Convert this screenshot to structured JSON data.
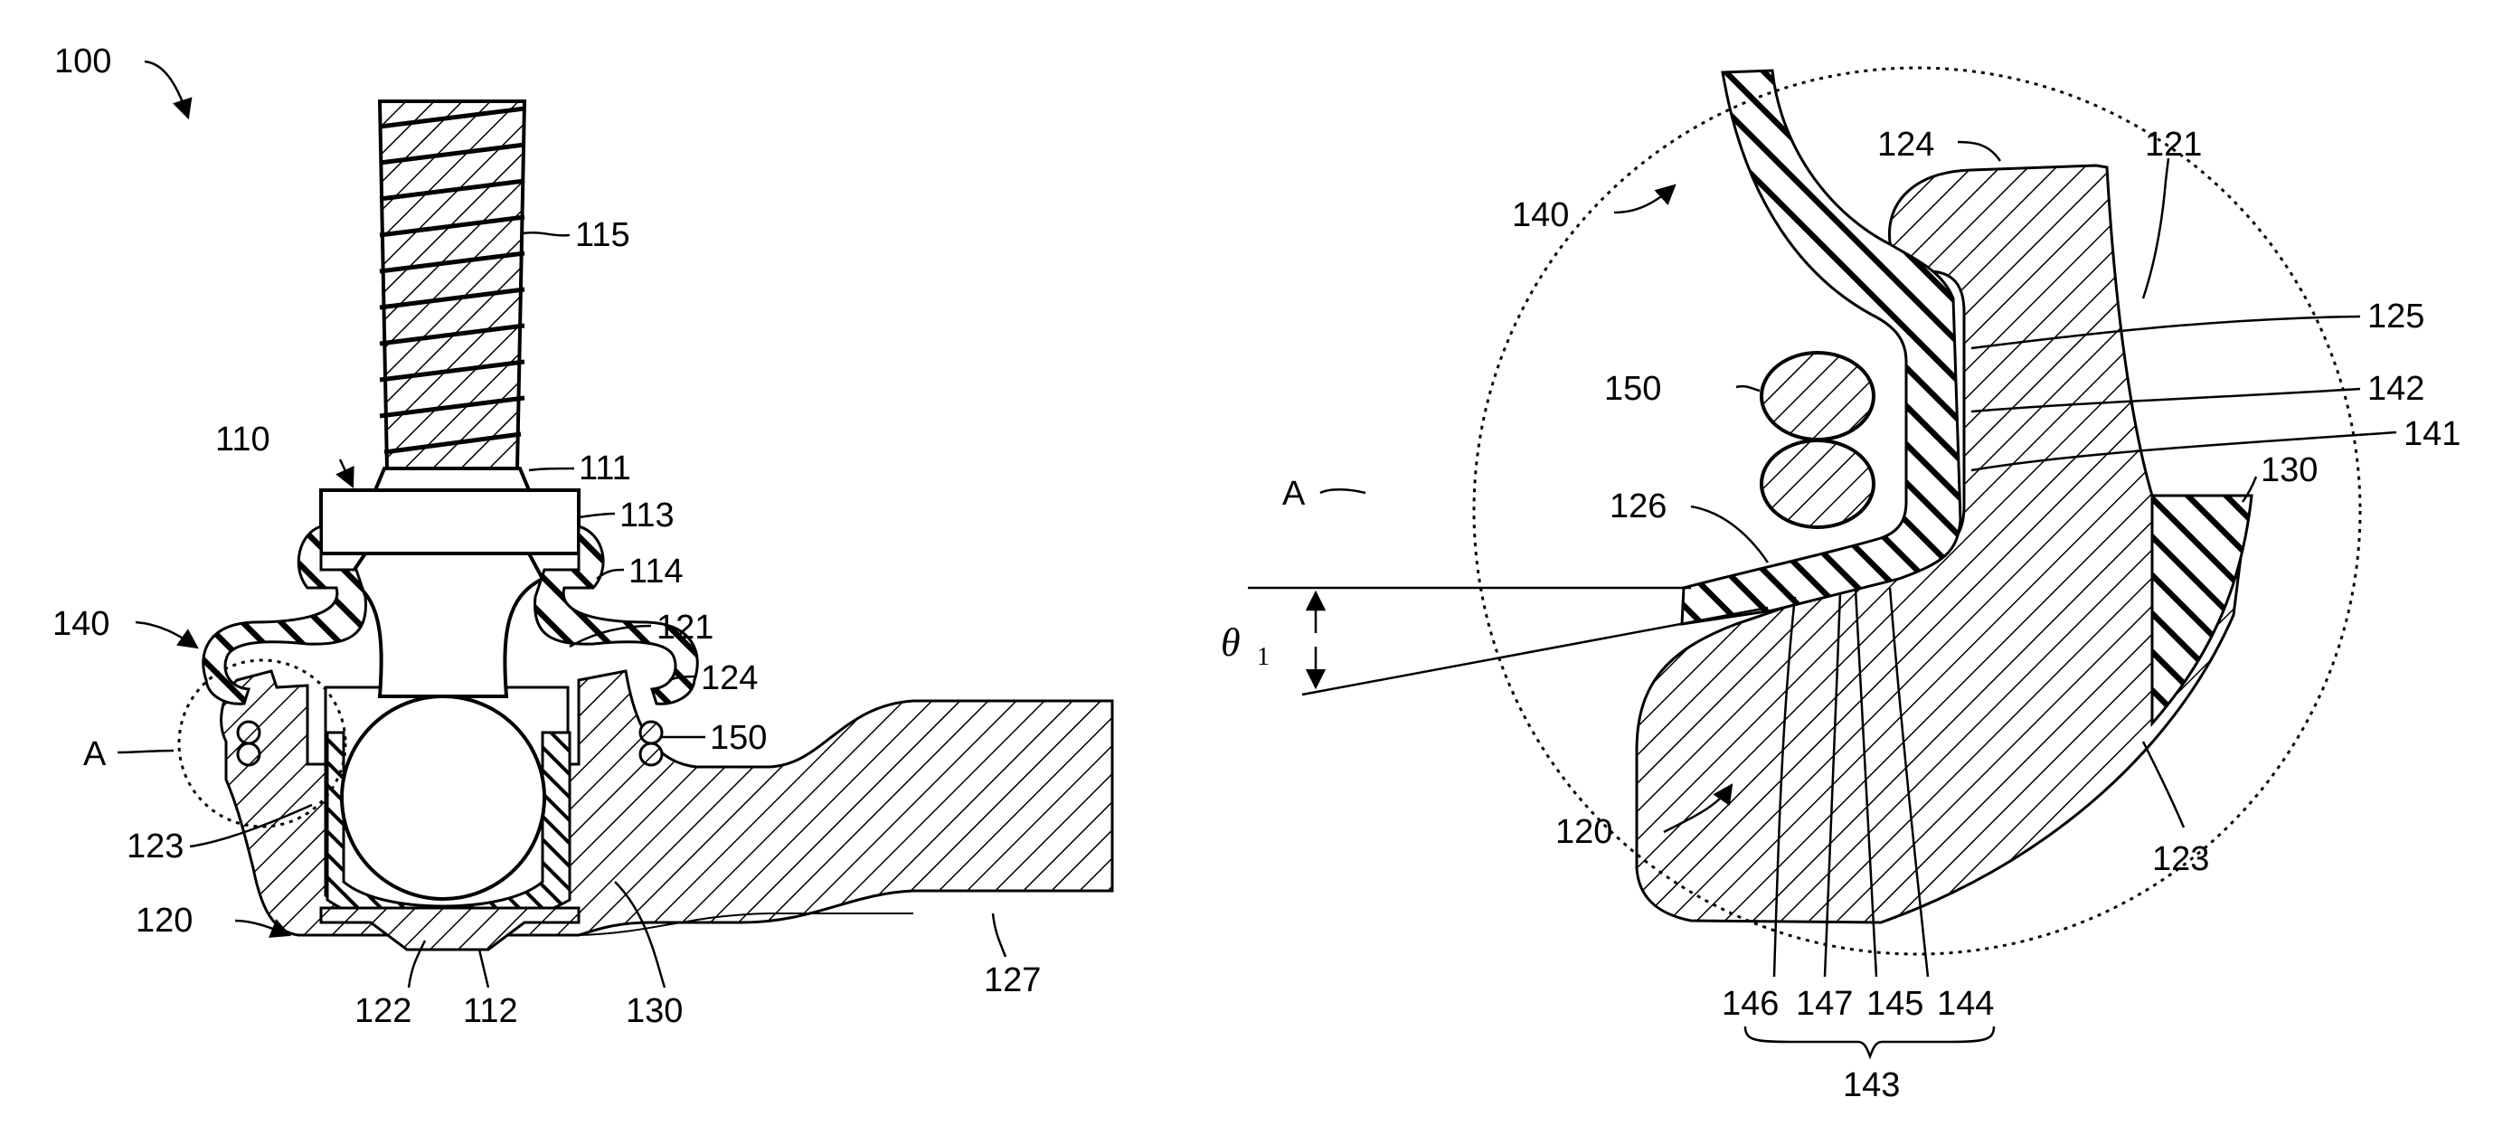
{
  "labels": {
    "l100": "100",
    "l115": "115",
    "l110": "110",
    "l111": "111",
    "l113": "113",
    "l114": "114",
    "l140": "140",
    "l121": "121",
    "l124": "124",
    "lA": "A",
    "l150": "150",
    "l123": "123",
    "l120": "120",
    "l122": "122",
    "l112": "112",
    "l130": "130",
    "l127": "127",
    "r124": "124",
    "r121": "121",
    "r140": "140",
    "r125": "125",
    "r150": "150",
    "r142": "142",
    "r141": "141",
    "rA": "A",
    "r130": "130",
    "r126": "126",
    "theta": "θ",
    "theta_sub": "1",
    "r120": "120",
    "r123": "123",
    "r146": "146",
    "r147": "147",
    "r145": "145",
    "r144": "144",
    "r143": "143"
  },
  "colors": {
    "ink": "#000000",
    "paper": "#ffffff"
  }
}
